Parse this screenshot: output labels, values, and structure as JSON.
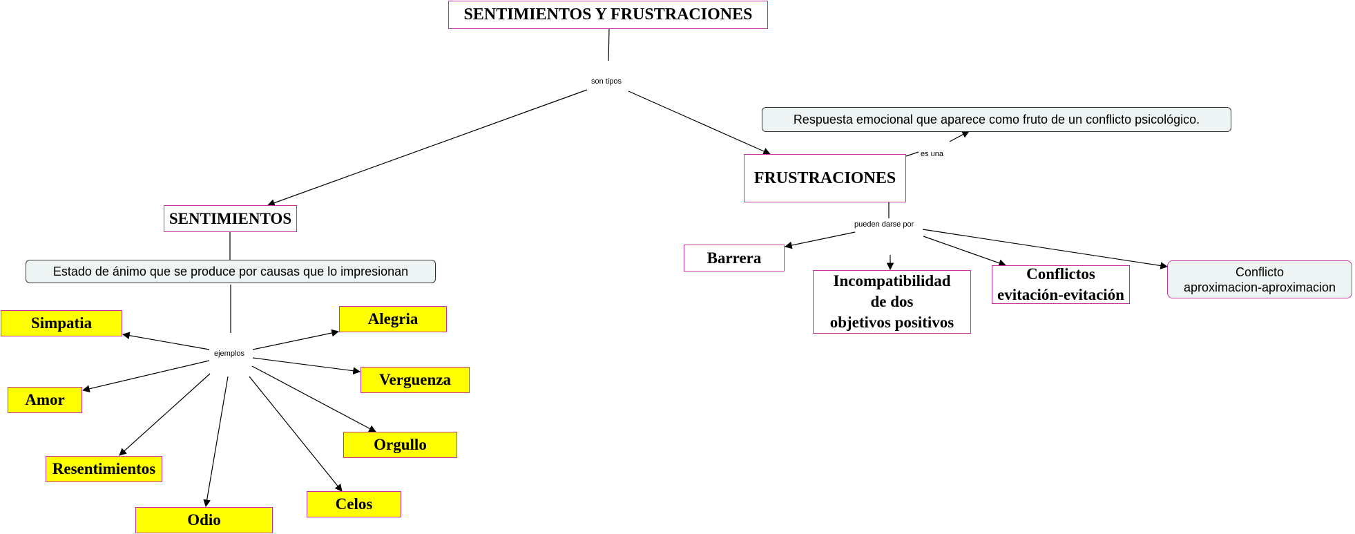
{
  "root": {
    "label": "SENTIMIENTOS Y FRUSTRACIONES"
  },
  "links": {
    "son_tipos": "son tipos",
    "es_una": "es una",
    "pueden_darse_por": "pueden darse  por",
    "ejemplos": "ejemplos"
  },
  "sentimientos": {
    "label": "SENTIMIENTOS",
    "definition": "Estado de ánimo que se produce por causas que lo impresionan",
    "examples": {
      "simpatia": "Simpatia",
      "alegria": "Alegria",
      "verguenza": "Verguenza",
      "amor": "Amor",
      "orgullo": "Orgullo",
      "resentimientos": "Resentimientos",
      "celos": "Celos",
      "odio": "Odio"
    }
  },
  "frustraciones": {
    "label": "FRUSTRACIONES",
    "definition": "Respuesta emocional que aparece como fruto de un conflicto psicológico.",
    "causes": {
      "barrera": "Barrera",
      "incompatibilidad": [
        "Incompatibilidad",
        "de dos",
        "objetivos positivos"
      ],
      "conflictos_evitacion": [
        "Conflictos",
        "evitación-evitación"
      ],
      "conflicto_aproximacion": [
        "Conflicto",
        "aproximacion-aproximacion"
      ]
    }
  },
  "colors": {
    "node_border": "#c62fa5",
    "example_fill": "#ffff00",
    "definition_fill": "#eef3f3"
  }
}
